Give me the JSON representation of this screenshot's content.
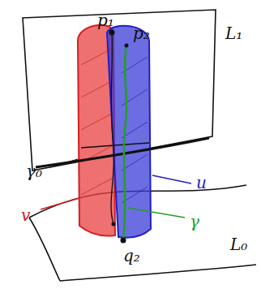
{
  "diagram": {
    "labels": [
      "L₁",
      "L₀",
      "p₁",
      "p₂",
      "γ₀",
      "v",
      "u",
      "γ",
      "q₂"
    ]
  }
}
